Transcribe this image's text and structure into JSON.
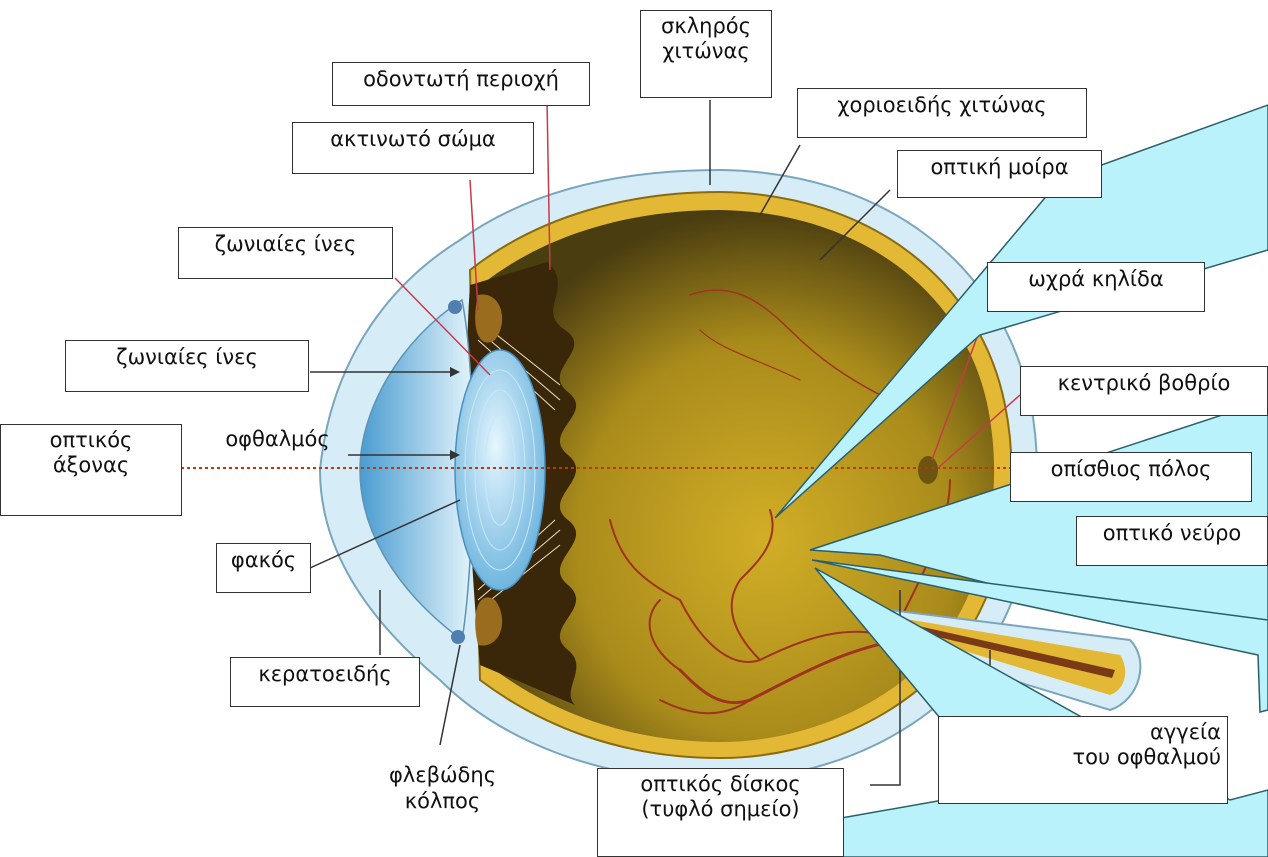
{
  "labels": {
    "skliros": [
      "σκληρός",
      "χιτώνας"
    ],
    "odontoti": "οδοντωτή περιοχή",
    "choroeidis": "χοριοειδής χιτώνας",
    "aktinoto": "ακτινωτό σώμα",
    "optiki_moira": "οπτική μοίρα",
    "zoniaies_1": "ζωνιαίες ίνες",
    "ochra": "ωχρά κηλίδα",
    "zoniaies_2": "ζωνιαίες ίνες",
    "kentriko": "κεντρικό βοθρίο",
    "optikos_axonas": [
      "οπτικός",
      "άξονας"
    ],
    "ofthalmos": "οφθαλμός",
    "opisthios": "οπίσθιος πόλος",
    "optiko_neuro": "οπτικό νεύρο",
    "fakos": "φακός",
    "keratoeidis": "κερατοειδής",
    "flevodis": [
      "φλεβώδης",
      "κόλπος"
    ],
    "optikos_diskos": [
      "οπτικός δίσκος",
      "(τυφλό σημείο)"
    ],
    "angeia": [
      "αγγεία",
      "του οφθαλμού"
    ]
  },
  "colors": {
    "sclera": "#cfe8f4",
    "fundus": "#c29a1c",
    "vessel": "#a0331e",
    "callout": "#b9f2fb",
    "lens": "#a9d8ef"
  }
}
